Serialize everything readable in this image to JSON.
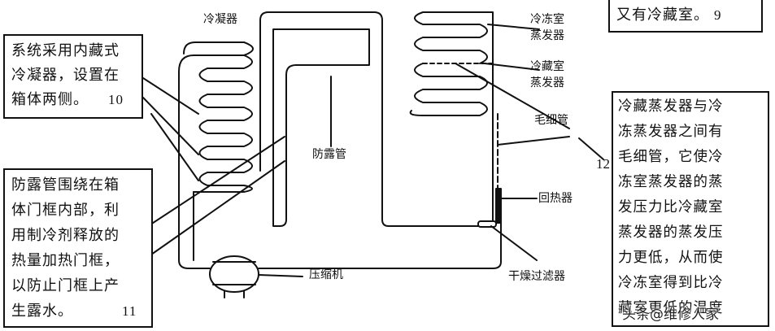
{
  "callouts": {
    "top_right": {
      "text": "又有冷藏室。",
      "num": "9"
    },
    "condenser_note": {
      "lines": [
        "系统采用内藏式",
        "冷凝器，设置在",
        "箱体两侧。"
      ],
      "num": "10"
    },
    "antidew_note": {
      "lines": [
        "防露管围绕在箱",
        "体门框内部，利",
        "用制冷剂释放的",
        "热量加热门框，",
        "以防止门框上产",
        "生露水。"
      ],
      "num": "11"
    },
    "capillary_note": {
      "lines": [
        "冷藏蒸发器与冷",
        "冻蒸发器之间有",
        "毛细管，它使冷",
        "冻室蒸发器的蒸",
        "发压力比冷藏室",
        "蒸发器的蒸发压",
        "力更低，从而使",
        "冷冻室得到比冷",
        "藏室更低的温度"
      ],
      "num": "12"
    }
  },
  "labels": {
    "condenser": "冷凝器",
    "anti_condensation_pipe": "防露管",
    "freezer_evaporator": [
      "冷冻室",
      "蒸发器"
    ],
    "fridge_evaporator": [
      "冷藏室",
      "蒸发器"
    ],
    "capillary_tube": "毛细管",
    "heat_exchanger": "回热器",
    "compressor": "压缩机",
    "drying_filter": "干燥过滤器"
  },
  "watermark": "头条@维修人家"
}
